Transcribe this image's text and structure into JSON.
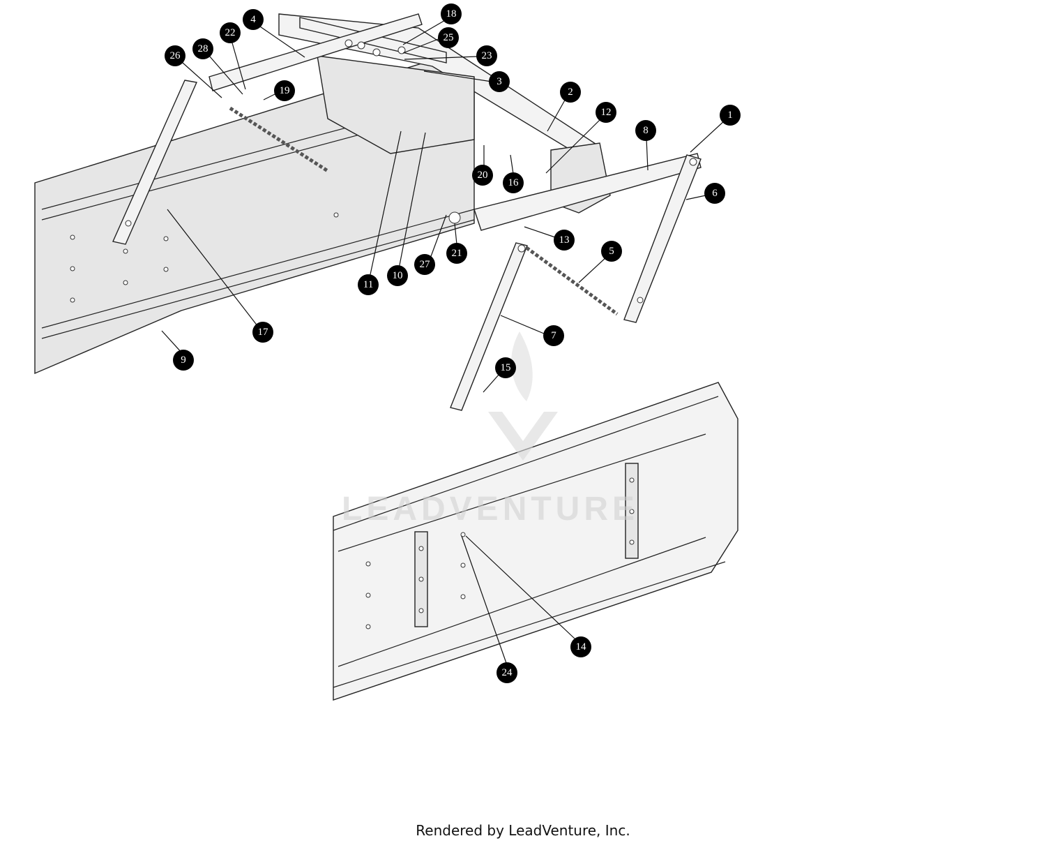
{
  "diagram": {
    "title": "Blade assembly parts diagram",
    "watermark": "LEADVENTURE",
    "callouts": [
      "1",
      "2",
      "3",
      "4",
      "5",
      "6",
      "7",
      "8",
      "9",
      "10",
      "11",
      "12",
      "13",
      "14",
      "15",
      "16",
      "17",
      "18",
      "19",
      "20",
      "21",
      "22",
      "23",
      "24",
      "25",
      "26",
      "27",
      "28"
    ]
  },
  "footer": {
    "text": "Rendered by LeadVenture, Inc."
  }
}
